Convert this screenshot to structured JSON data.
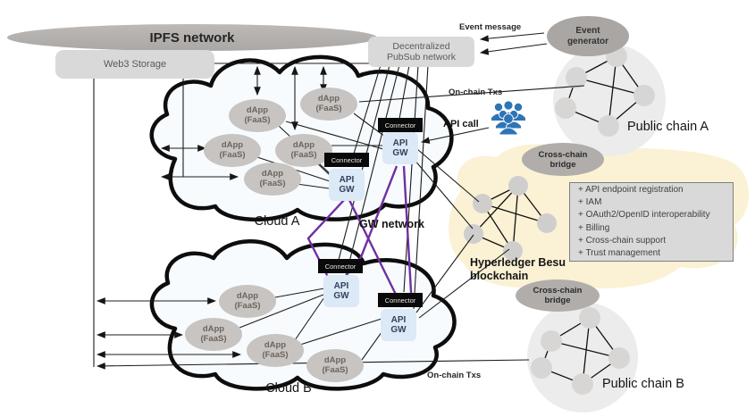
{
  "colors": {
    "gw_network_purple": "#7030a0",
    "users_blue": "#2e75b6",
    "besu_region_yellow": "#fbf1d4",
    "connector_black": "#0a0a0a",
    "api_gw_blue": "#dce9f6",
    "dapp_gray": "#c7c4c1"
  },
  "storage": {
    "ipfs_network": "IPFS network",
    "web3_storage": "Web3 Storage"
  },
  "pubsub": {
    "label": "Decentralized PubSub network"
  },
  "events": {
    "generator": "Event generator",
    "message_label": "Event message"
  },
  "clouds": {
    "cloud_a": "Cloud A",
    "cloud_b": "Cloud B",
    "dapp_line1": "dApp",
    "dapp_line2": "(FaaS)",
    "connector": "Connector",
    "gw_line1": "API",
    "gw_line2": "GW",
    "gw_network": "GW network",
    "api_call": "API call"
  },
  "chains": {
    "public_chain_a": "Public chain A",
    "public_chain_b": "Public chain B",
    "besu": "Hyperledger Besu blockchain",
    "cross_chain_bridge": "Cross-chain bridge",
    "onchain_txs_top": "On-chain Txs",
    "onchain_txs_bottom": "On-chain Txs"
  },
  "features": [
    "+ API endpoint registration",
    "+ IAM",
    "+ OAuth2/OpenID interoperability",
    "+ Billing",
    "+ Cross-chain support",
    "+ Trust management"
  ]
}
